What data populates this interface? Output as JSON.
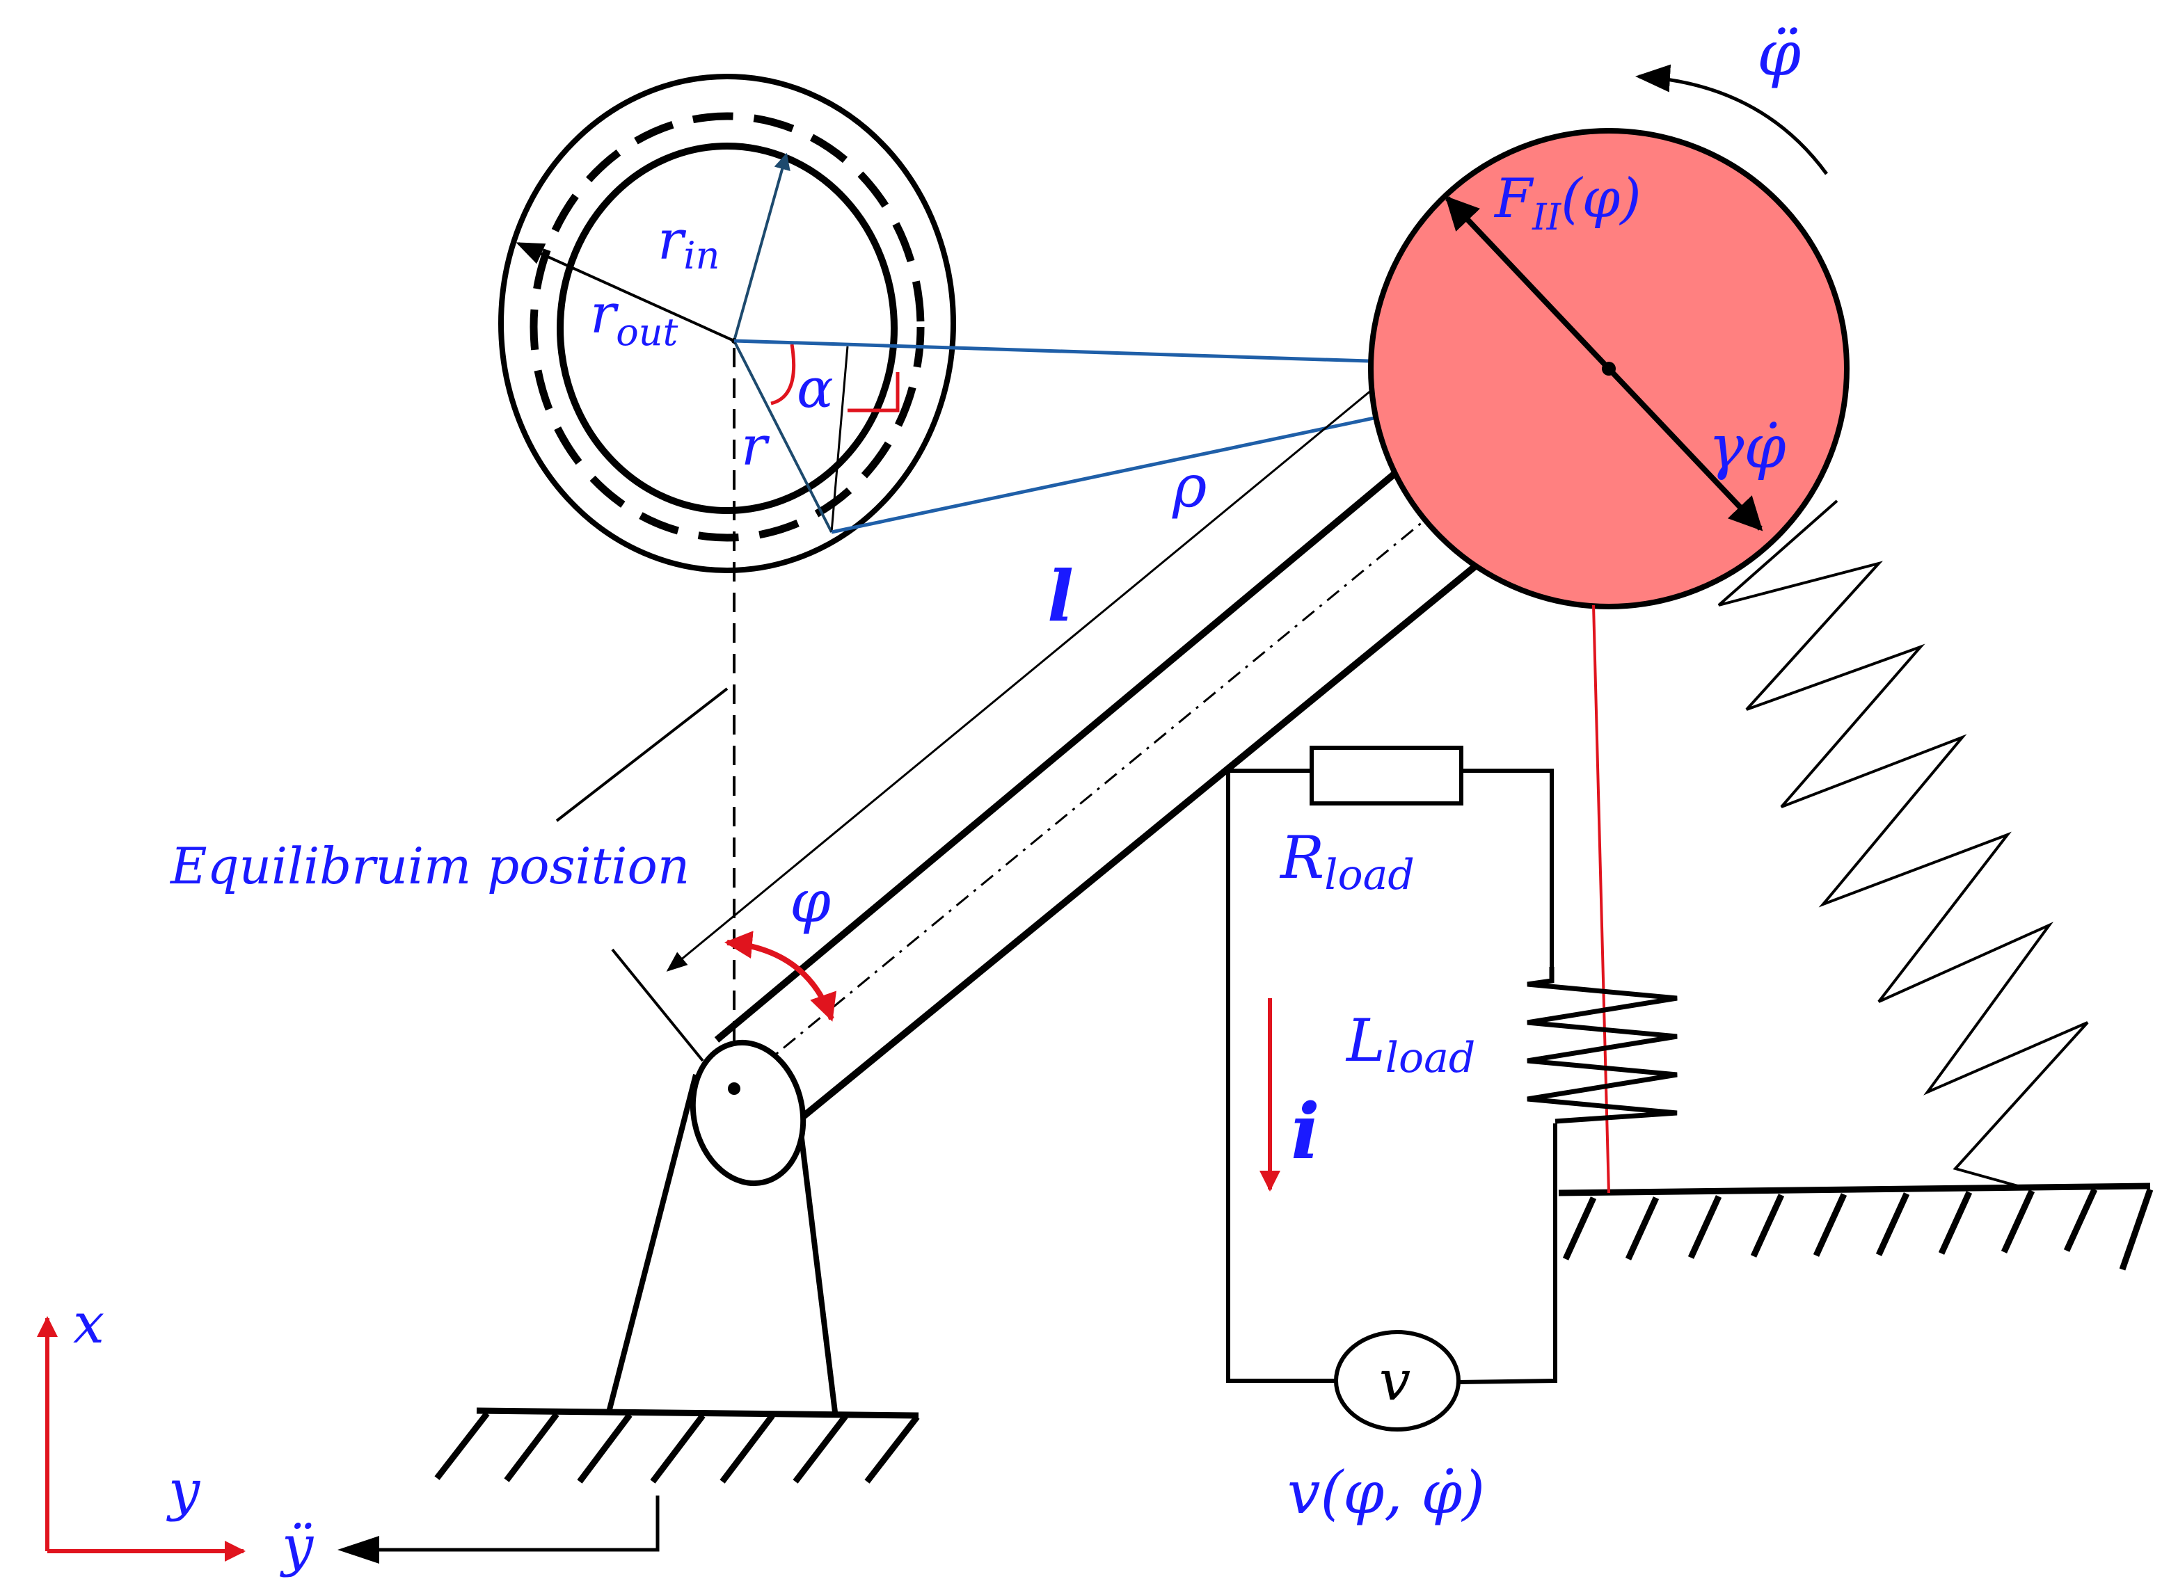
{
  "colors": {
    "label": "#1a1aff",
    "red": "#e0141e",
    "mass": "#ff8080",
    "geom": "#1f5fa8",
    "stroke": "#000000"
  },
  "labels": {
    "r_in": "r",
    "r_in_sub": "in",
    "r_out": "r",
    "r_out_sub": "out",
    "r": "r",
    "alpha": "α",
    "l": "l",
    "rho": "ρ",
    "force": "F",
    "force_sub": "II",
    "force_arg": "(φ)",
    "phi_ddot": "φ̈",
    "gamma_phi_dot": "γφ̇",
    "equilibrium": "Equilibruim position",
    "phi": "φ",
    "R_load": "R",
    "R_load_sub": "load",
    "L_load": "L",
    "L_load_sub": "load",
    "current": "i",
    "voltage_symbol": "v",
    "voltage_expr": "v(φ, φ̇)",
    "axis_x": "x",
    "axis_y": "y",
    "y_ddot": "ÿ"
  }
}
